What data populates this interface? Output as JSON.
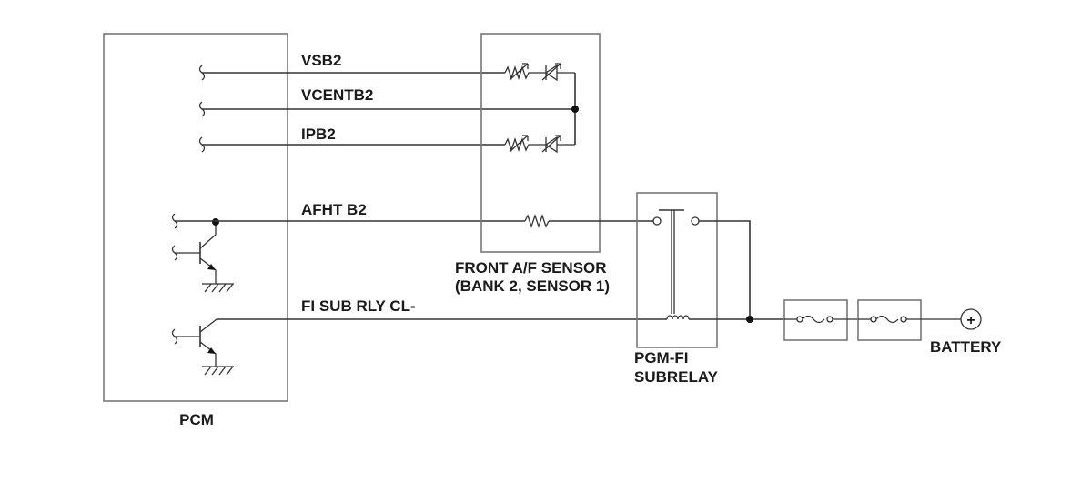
{
  "components": {
    "pcm": "PCM",
    "sensor_line1": "FRONT A/F SENSOR",
    "sensor_line2": "(BANK 2, SENSOR 1)",
    "relay_line1": "PGM-FI",
    "relay_line2": "SUBRELAY",
    "battery": "BATTERY",
    "battery_symbol": "+"
  },
  "wires": {
    "vsb2": "VSB2",
    "vcentb2": "VCENTB2",
    "ipb2": "IPB2",
    "afht_b2": "AFHT B2",
    "fi_sub_rly_cl": "FI SUB RLY CL-"
  },
  "colors": {
    "wire": "#333333",
    "box": "#777777",
    "text": "#1a1a1a"
  }
}
